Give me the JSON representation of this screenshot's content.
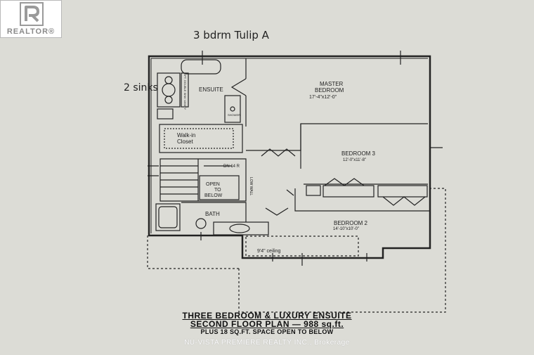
{
  "header": {
    "title": "3 bdrm Tulip A",
    "note": "2 sinks"
  },
  "logo": {
    "word": "REALTOR®"
  },
  "rooms": {
    "master_name": "MASTER",
    "master_name2": "BEDROOM",
    "master_size": "17'-4\"x12'-0\"",
    "bed3_name": "BEDROOM 3",
    "bed3_size": "12'-0\"x11'-8\"",
    "bed2_name": "BEDROOM 2",
    "bed2_size": "14'-10\"x10'-0\"",
    "ensuite": "ENSUITE",
    "walkin1": "Walk-in",
    "walkin2": "Closet",
    "open1": "OPEN",
    "open2": "TO",
    "open3": "BELOW",
    "bath": "BATH",
    "ceiling": "9'4\" ceiling",
    "stairs": "DN 14 R",
    "lowwall": "LOW WALL",
    "vanity": "OPT. DOUBLE SINK VANITY",
    "shower": "SHOWER"
  },
  "caption": {
    "line1": "THREE BEDROOM & LUXURY ENSUITE",
    "line2": "SECOND FLOOR PLAN — 988 sq.ft.",
    "line3": "PLUS 18 SQ.FT. SPACE OPEN TO BELOW"
  },
  "watermark": "NU-VISTA PREMIERE REALTY INC., Brokerage",
  "colors": {
    "paper": "#dcdcd6",
    "ink": "#222222"
  }
}
